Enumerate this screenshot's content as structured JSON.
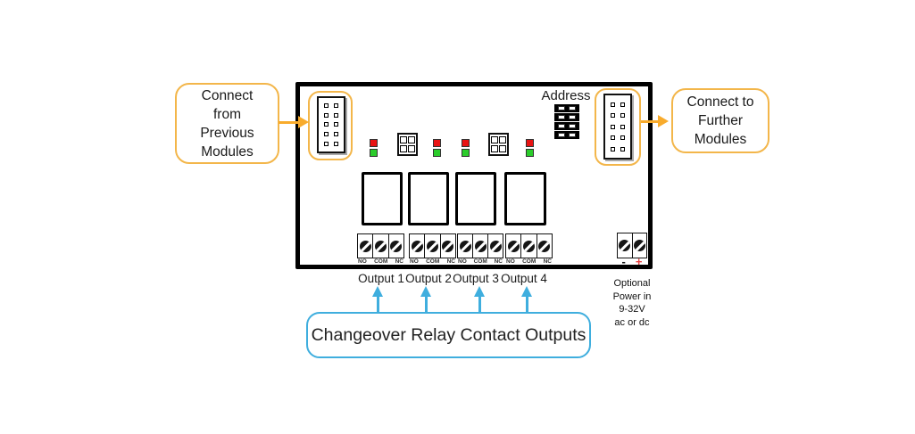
{
  "diagram": {
    "left_callout": {
      "lines": [
        "Connect",
        "from",
        "Previous",
        "Modules"
      ]
    },
    "right_callout": {
      "lines": [
        "Connect to",
        "Further",
        "Modules"
      ]
    },
    "bottom_callout": {
      "label": "Changeover Relay Contact Outputs"
    },
    "board": {
      "address_label": "Address",
      "terminal_labels": [
        "NO",
        "COM",
        "NC"
      ],
      "power": {
        "minus": "-",
        "plus": "+"
      }
    },
    "output_labels": [
      "Output 1",
      "Output 2",
      "Output 3",
      "Output 4"
    ],
    "power_note": {
      "lines": [
        "Optional",
        "Power in",
        "9-32V",
        "ac or dc"
      ]
    },
    "icons": {
      "connector": "10-pin-header",
      "screw": "screw-terminal",
      "led": "status-led",
      "jumper": "jumper-block",
      "arrow": "flow-arrow"
    },
    "colors": {
      "accent_gold": "#F3B64A",
      "arrow_gold": "#F8AB2C",
      "accent_cyan": "#3FAEDE",
      "led_red": "#E81313",
      "led_green": "#2BCC2B",
      "plus_red": "#E54040",
      "board_border": "#000000"
    }
  }
}
